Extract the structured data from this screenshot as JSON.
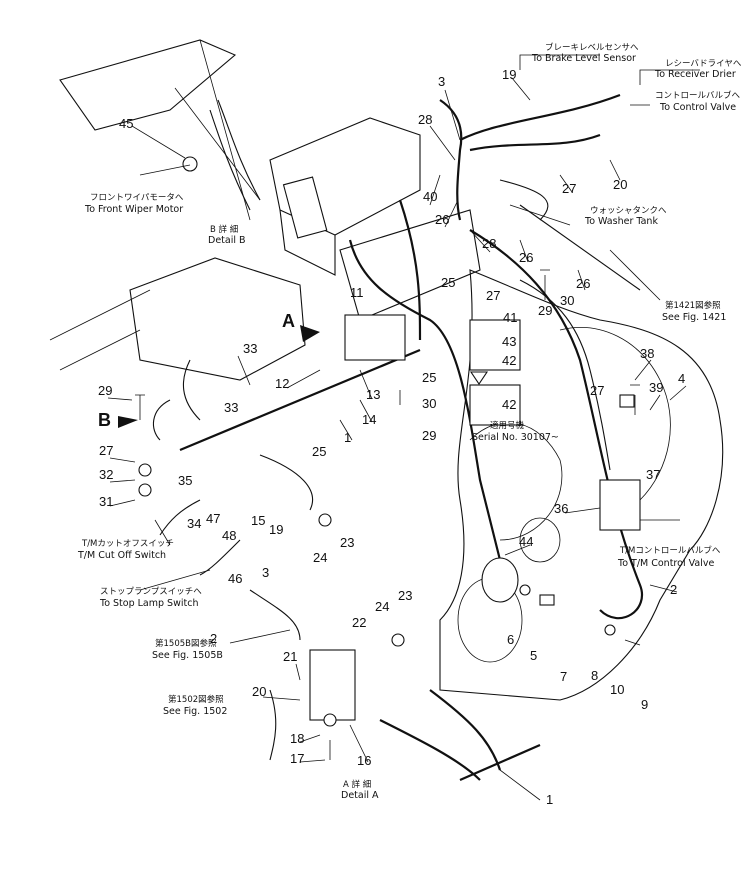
{
  "annotations": {
    "front_wiper": {
      "jp": "フロントワイパモータへ",
      "en": "To Front Wiper Motor"
    },
    "detail_b": {
      "jp": "B 詳 細",
      "en": "Detail B"
    },
    "brake_level": {
      "jp": "ブレーキレベルセンサへ",
      "en": "To Brake Level Sensor"
    },
    "receiver_drier": {
      "jp": "レシーバドライヤへ",
      "en": "To Receiver Drier"
    },
    "control_valve": {
      "jp": "コントロールバルブへ",
      "en": "To Control Valve"
    },
    "washer_tank": {
      "jp": "ウォッシャタンクへ",
      "en": "To Washer Tank"
    },
    "fig1421": {
      "jp": "第1421図参照",
      "en": "See Fig. 1421"
    },
    "serial": {
      "jp": "適用号機",
      "en": "Serial No. 30107~"
    },
    "tm_cut_off": {
      "jp": "T/Mカットオフスイッチ",
      "en": "T/M Cut Off Switch"
    },
    "tm_control_valve": {
      "jp": "T/Mコントロールバルブへ",
      "en": "To T/M Control Valve"
    },
    "stop_lamp": {
      "jp": "ストップランプスイッチへ",
      "en": "To Stop Lamp Switch"
    },
    "fig1505b": {
      "jp": "第1505B図参照",
      "en": "See Fig. 1505B"
    },
    "fig1502": {
      "jp": "第1502図参照",
      "en": "See Fig. 1502"
    },
    "detail_a": {
      "jp": "A 詳 細",
      "en": "Detail A"
    }
  },
  "view_markers": {
    "a": "A",
    "b": "B"
  },
  "part_numbers": {
    "p45": "45",
    "p3a": "3",
    "p19a": "19",
    "p28a": "28",
    "p40": "40",
    "p26a": "26",
    "p27a": "27",
    "p20a": "20",
    "p28b": "28",
    "p26b": "26",
    "p26c": "26",
    "p25a": "25",
    "p27b": "27",
    "p11": "11",
    "p41": "41",
    "p29a": "29",
    "p30a": "30",
    "p43": "43",
    "p42a": "42",
    "p42b": "42",
    "p33a": "33",
    "p12": "12",
    "p13": "13",
    "p14": "14",
    "p25b": "25",
    "p30b": "30",
    "p1a": "1",
    "p29b": "29",
    "p29c": "29",
    "p33b": "33",
    "p27c": "27",
    "p32": "32",
    "p31": "31",
    "p35": "35",
    "p25c": "25",
    "p38": "38",
    "p39": "39",
    "p4": "4",
    "p27d": "27",
    "p37": "37",
    "p36": "36",
    "p47": "47",
    "p34": "34",
    "p15": "15",
    "p19b": "19",
    "p48": "48",
    "p23a": "23",
    "p24a": "24",
    "p44": "44",
    "p2a": "2",
    "p46": "46",
    "p3b": "3",
    "p23b": "23",
    "p24b": "24",
    "p22": "22",
    "p6": "6",
    "p5": "5",
    "p7": "7",
    "p8": "8",
    "p10": "10",
    "p9": "9",
    "p2b": "2",
    "p21": "21",
    "p20b": "20",
    "p18": "18",
    "p17": "17",
    "p16": "16",
    "p1b": "1"
  }
}
